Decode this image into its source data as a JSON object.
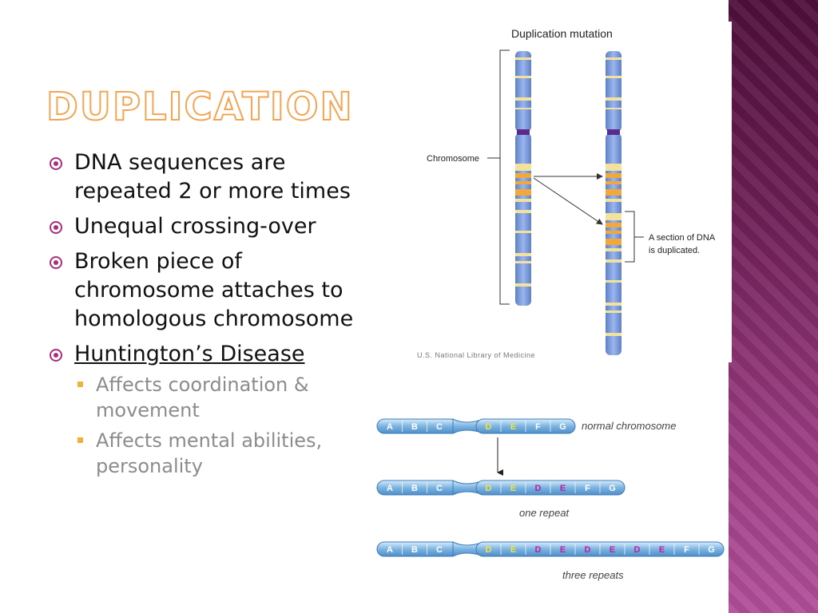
{
  "slide": {
    "title": "Duplication",
    "bullets": [
      {
        "text": "DNA sequences are repeated 2 or more times"
      },
      {
        "text": "Unequal crossing-over"
      },
      {
        "text": "Broken piece of chromosome attaches to homologous chromosome"
      },
      {
        "text": "Huntington’s Disease",
        "sub": [
          "Affects coordination & movement",
          "Affects mental abilities, personality"
        ]
      }
    ]
  },
  "figure1": {
    "title": "Duplication mutation",
    "chromosome_label": "Chromosome",
    "annotation_line1": "A section of DNA",
    "annotation_line2": "is duplicated.",
    "credit": "U.S. National Library of Medicine"
  },
  "figure2": {
    "rows": [
      {
        "genes": [
          "A",
          "B",
          "C",
          "D",
          "E",
          "F",
          "G"
        ],
        "label": "normal chromosome"
      },
      {
        "genes": [
          "A",
          "B",
          "C",
          "D",
          "E",
          "D",
          "E",
          "F",
          "G"
        ],
        "label": "one repeat"
      },
      {
        "genes": [
          "A",
          "B",
          "C",
          "D",
          "E",
          "D",
          "E",
          "D",
          "E",
          "D",
          "E",
          "F",
          "G"
        ],
        "label": "three repeats"
      }
    ]
  },
  "colors": {
    "accent_purple": "#a8307a",
    "title_outline": "#f2a654",
    "sub_bullet": "#f0b03c",
    "chromosome_blue": "#7f9fe0",
    "band_yellow": "#f3e29b",
    "band_orange": "#f2a93a",
    "gene_repeat_magenta": "#c21ca0",
    "gene_original_yellow": "#f2e440"
  }
}
